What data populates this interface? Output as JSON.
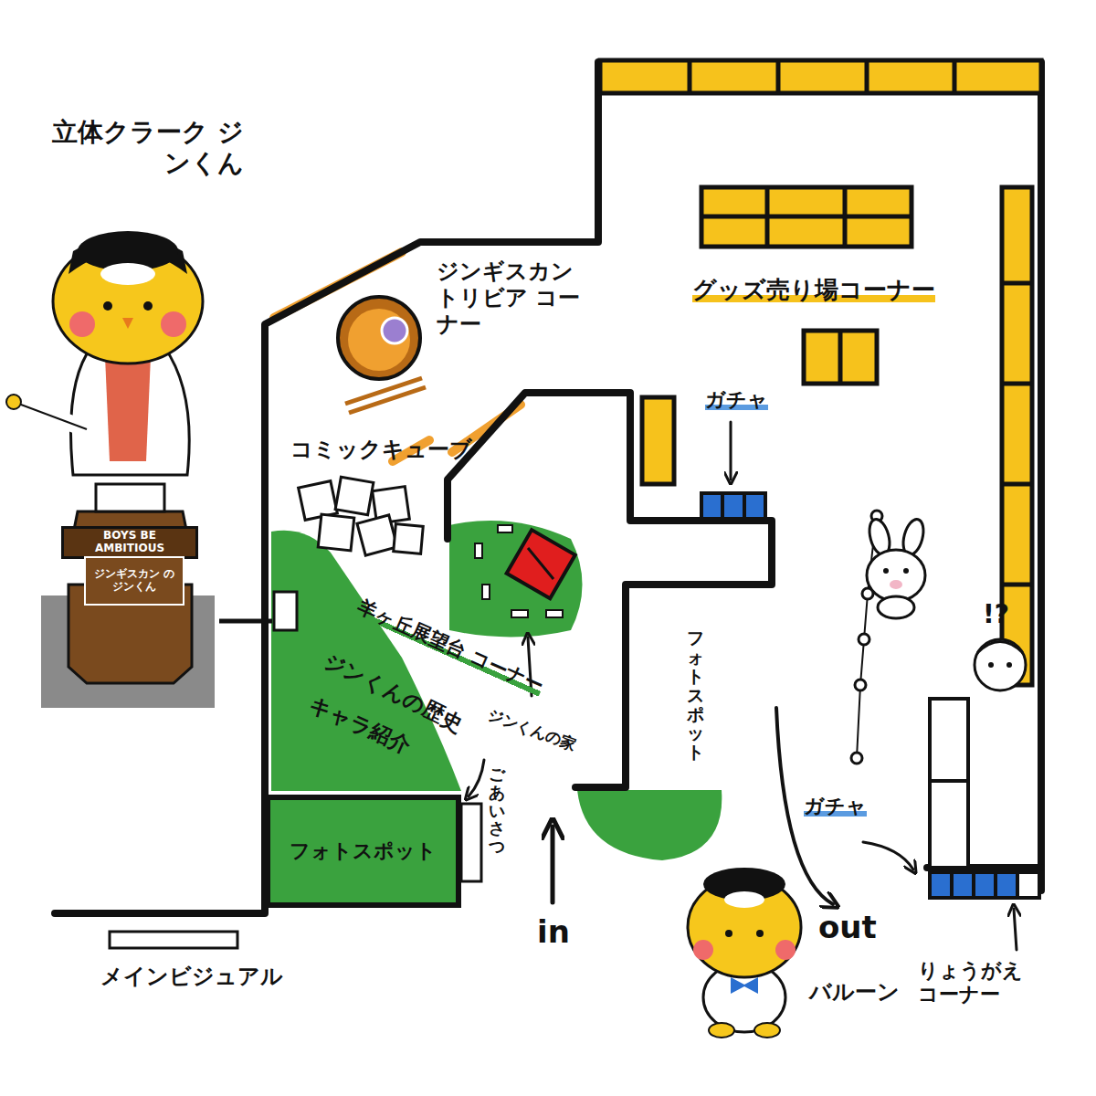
{
  "diagram": {
    "nodes": [
      {
        "text": [
          "BOYS BE AMBITIOUS"
        ]
      },
      {
        "text": [
          "ジンギスカン の ジンくん"
        ]
      },
      {
        "text": [
          "フォトスポット"
        ]
      }
    ],
    "labels": [
      "立体クラーク ジンくん",
      "ジンギスカン トリビア コーナー",
      "グッズ売り場コーナー",
      "ガチャ",
      "コミックキューブ",
      "羊ヶ丘展望台 コーナー",
      "ジンくんの歴史",
      "キャラ紹介",
      "ジンくんの家",
      "フォトスポット",
      "ごあいさつ",
      "in",
      "out",
      "ガチャ",
      "バルーン",
      "りょうがえ コーナー",
      "!?",
      "メインビジュアル"
    ]
  }
}
